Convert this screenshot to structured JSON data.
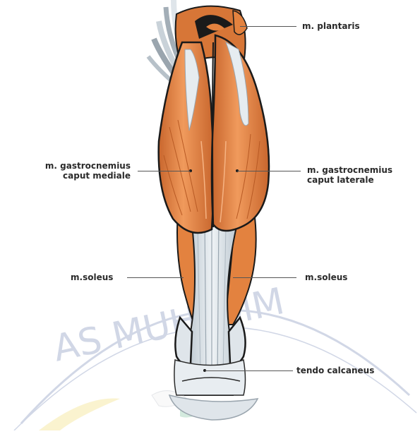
{
  "colors": {
    "muscle": "#e3823f",
    "muscle_dark": "#b85a24",
    "muscle_light": "#f2a56b",
    "tendon": "#dfe5ea",
    "tendon_shadow": "#a9b6c0",
    "outline": "#1a1a1a",
    "watermark": "#9aa7c9",
    "leader": "#555555"
  },
  "labels": {
    "plantaris": "m. plantaris",
    "gastro_medial_line1": "m. gastrocnemius",
    "gastro_medial_line2": "caput mediale",
    "gastro_lateral_line1": "m. gastrocnemius",
    "gastro_lateral_line2": "caput laterale",
    "soleus_left": "m.soleus",
    "soleus_right": "m.soleus",
    "calcaneus": "tendo calcaneus"
  },
  "watermark": {
    "text": "AS MUHAMM"
  }
}
